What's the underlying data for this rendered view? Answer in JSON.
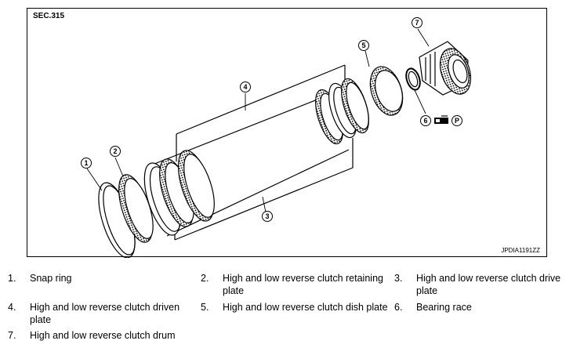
{
  "diagram": {
    "section_code": "SEC.315",
    "figure_id": "JPDIA1191ZZ",
    "callouts": [
      "1",
      "2",
      "3",
      "4",
      "5",
      "6",
      "7"
    ],
    "symbols": {
      "grease": "grease-gun-icon",
      "petroleum_jelly": "P"
    },
    "colors": {
      "line": "#000000",
      "background": "#ffffff"
    }
  },
  "legend": [
    {
      "num": "1.",
      "text": "Snap ring"
    },
    {
      "num": "2.",
      "text": "High and low reverse clutch retaining plate"
    },
    {
      "num": "3.",
      "text": "High and low reverse clutch drive plate"
    },
    {
      "num": "4.",
      "text": "High and low reverse clutch driven plate"
    },
    {
      "num": "5.",
      "text": "High and low reverse clutch dish plate"
    },
    {
      "num": "6.",
      "text": "Bearing race"
    },
    {
      "num": "7.",
      "text": "High and low reverse clutch drum"
    }
  ]
}
